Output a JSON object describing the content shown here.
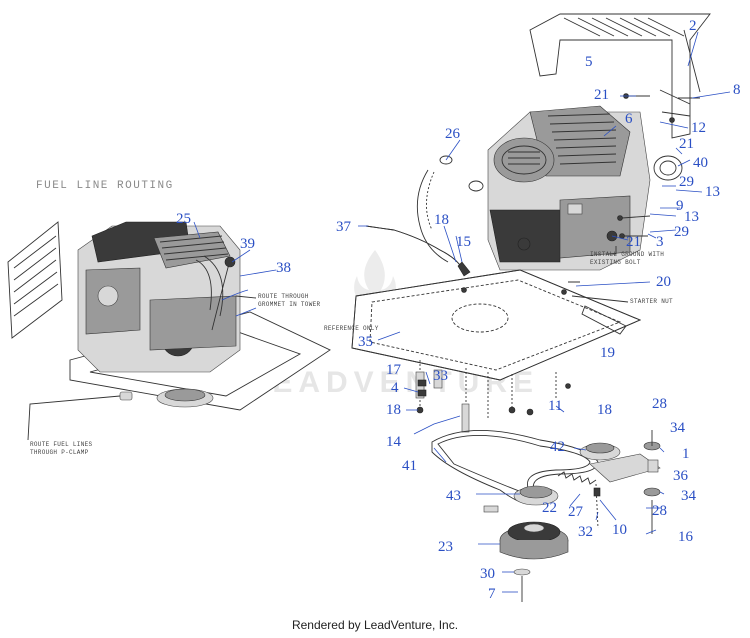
{
  "section_title": "FUEL LINE ROUTING",
  "watermark": "LEADVENTURE",
  "notes": {
    "grommet_1": "ROUTE THROUGH",
    "grommet_2": "GROMMET IN TOWER",
    "reference": "REFERENCE ONLY",
    "fuel_1": "ROUTE FUEL LINES",
    "fuel_2": "THROUGH P-CLAMP",
    "ground_1": "INSTALL GROUND WITH",
    "ground_2": "EXISTING BOLT",
    "starter": "STARTER NUT"
  },
  "callouts": [
    "2",
    "5",
    "21",
    "8",
    "6",
    "12",
    "26",
    "21",
    "40",
    "29",
    "13",
    "9",
    "13",
    "37",
    "18",
    "15",
    "21",
    "3",
    "29",
    "25",
    "39",
    "38",
    "20",
    "35",
    "19",
    "17",
    "33",
    "4",
    "18",
    "11",
    "18",
    "28",
    "34",
    "14",
    "42",
    "1",
    "41",
    "36",
    "43",
    "22",
    "34",
    "28",
    "27",
    "32",
    "10",
    "16",
    "23",
    "30",
    "7"
  ],
  "footer": "Rendered by LeadVenture, Inc."
}
